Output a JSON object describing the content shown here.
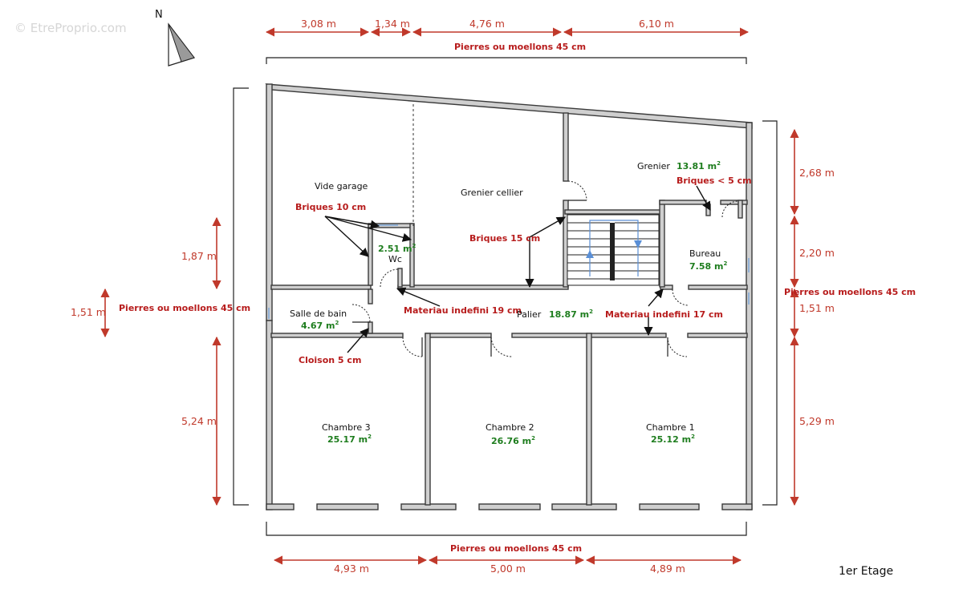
{
  "watermark": "© EtreProprio.com",
  "compass": {
    "label": "N"
  },
  "floor_label": "1er Etage",
  "dimensions": {
    "top": [
      "3,08 m",
      "1,34 m",
      "4,76 m",
      "6,10 m"
    ],
    "bottom": [
      "4,93 m",
      "5,00 m",
      "4,89 m"
    ],
    "left": [
      "1,87 m",
      "1,51 m",
      "5,24 m"
    ],
    "right": [
      "2,68 m",
      "2,20 m",
      "1,51 m",
      "5,29 m"
    ]
  },
  "materials": {
    "top": "Pierres ou moellons 45 cm",
    "bottom": "Pierres ou moellons 45 cm",
    "left": "Pierres ou moellons 45 cm",
    "right": "Pierres ou moellons 45 cm",
    "briques10": "Briques 10 cm",
    "briques15": "Briques 15 cm",
    "briques5": "Briques < 5 cm",
    "mat19": "Materiau indefini 19 cm",
    "mat17": "Materiau indefini 17 cm",
    "cloison": "Cloison 5 cm"
  },
  "rooms": [
    {
      "id": "vide-garage",
      "name": "Vide garage",
      "area": ""
    },
    {
      "id": "grenier-cellier",
      "name": "Grenier cellier",
      "area": ""
    },
    {
      "id": "grenier",
      "name": "Grenier",
      "area": "13.81 m"
    },
    {
      "id": "wc",
      "name": "Wc",
      "area": "2.51 m"
    },
    {
      "id": "bureau",
      "name": "Bureau",
      "area": "7.58 m"
    },
    {
      "id": "salle-de-bain",
      "name": "Salle de bain",
      "area": "4.67 m"
    },
    {
      "id": "palier",
      "name": "Palier",
      "area": "18.87 m"
    },
    {
      "id": "chambre-3",
      "name": "Chambre 3",
      "area": "25.17 m"
    },
    {
      "id": "chambre-2",
      "name": "Chambre 2",
      "area": "26.76 m"
    },
    {
      "id": "chambre-1",
      "name": "Chambre 1",
      "area": "25.12 m"
    }
  ],
  "area_unit_exponent": "2",
  "colors": {
    "dimension": "#c0392b",
    "material": "#b71c1c",
    "area": "#1e7d1e",
    "wall": "#cfcfcf"
  }
}
